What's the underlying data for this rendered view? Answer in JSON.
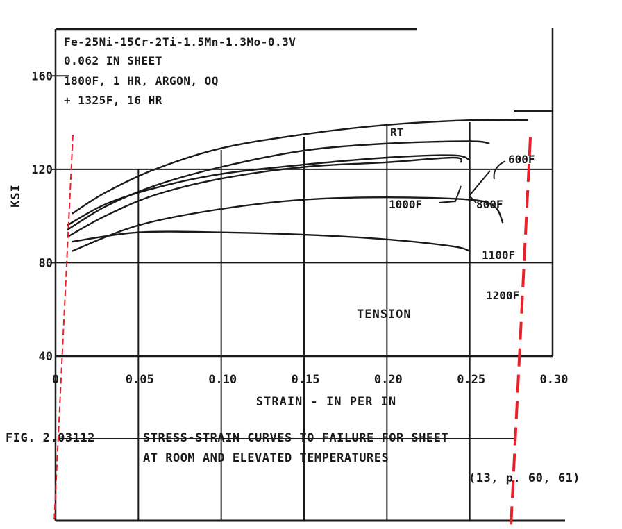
{
  "header_lines": [
    "Fe-25Ni-15Cr-2Ti-1.5Mn-1.3Mo-0.3V",
    "0.062 IN SHEET",
    "1800F, 1 HR, ARGON, OQ",
    "+ 1325F, 16 HR"
  ],
  "caption": {
    "fig_label": "FIG. 2.03112",
    "line1": "STRESS-STRAIN CURVES TO FAILURE FOR SHEET",
    "line2": "AT ROOM AND ELEVATED TEMPERATURES",
    "reference": "(13, p. 60, 61)"
  },
  "annotation": "TENSION",
  "colors": {
    "ink": "#1a1a1a",
    "overlay_red": "#e8202a",
    "overlay_grid": "#1a1a1a"
  },
  "chart_data": {
    "type": "line",
    "title": "",
    "xlabel": "STRAIN - IN PER IN",
    "ylabel": "KSI",
    "xlim": [
      0,
      0.3
    ],
    "ylim": [
      40,
      180
    ],
    "x_ticks": [
      "0",
      "0.05",
      "0.10",
      "0.15",
      "0.20",
      "0.25",
      "0.30"
    ],
    "x_tick_values": [
      0,
      0.05,
      0.1,
      0.15,
      0.2,
      0.25,
      0.3
    ],
    "y_ticks": [
      "40",
      "80",
      "120",
      "160"
    ],
    "y_tick_values": [
      40,
      80,
      120,
      160
    ],
    "grid": true,
    "series": [
      {
        "name": "RT",
        "x": [
          0.01,
          0.03,
          0.06,
          0.1,
          0.15,
          0.2,
          0.25,
          0.285
        ],
        "y": [
          101,
          110,
          120,
          129,
          135,
          139,
          141,
          141
        ]
      },
      {
        "name": "600F",
        "x": [
          0.007,
          0.03,
          0.06,
          0.1,
          0.15,
          0.2,
          0.25,
          0.262
        ],
        "y": [
          94,
          104,
          113,
          121,
          128,
          131,
          132,
          131
        ]
      },
      {
        "name": "800F",
        "x": [
          0.007,
          0.03,
          0.06,
          0.1,
          0.15,
          0.2,
          0.24,
          0.25
        ],
        "y": [
          96,
          105,
          112,
          118,
          122,
          125,
          126,
          124
        ]
      },
      {
        "name": "1000F",
        "x": [
          0.007,
          0.03,
          0.06,
          0.1,
          0.15,
          0.2,
          0.24,
          0.245
        ],
        "y": [
          91,
          100,
          109,
          116,
          121,
          123,
          125,
          123
        ]
      },
      {
        "name": "1100F",
        "x": [
          0.01,
          0.05,
          0.1,
          0.15,
          0.2,
          0.25,
          0.265,
          0.27
        ],
        "y": [
          85,
          96,
          103,
          107,
          108,
          107,
          104,
          97
        ]
      },
      {
        "name": "1200F",
        "x": [
          0.01,
          0.05,
          0.1,
          0.15,
          0.2,
          0.24,
          0.25
        ],
        "y": [
          89,
          93,
          93,
          92,
          90,
          87,
          85
        ]
      }
    ]
  }
}
